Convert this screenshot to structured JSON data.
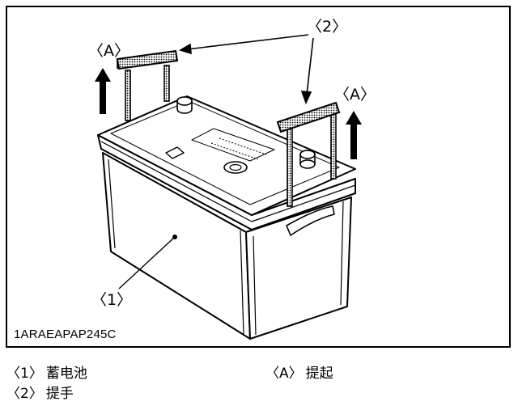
{
  "figure": {
    "code": "1ARAEAPAP245C",
    "callouts": {
      "battery": "〈1〉",
      "handles": "〈2〉",
      "lift_left": "〈A〉",
      "lift_right": "〈A〉"
    }
  },
  "legend": [
    {
      "num": "〈1〉",
      "text": "蓄电池"
    },
    {
      "num": "〈A〉",
      "text": "提起"
    },
    {
      "num": "〈2〉",
      "text": "提手"
    }
  ]
}
